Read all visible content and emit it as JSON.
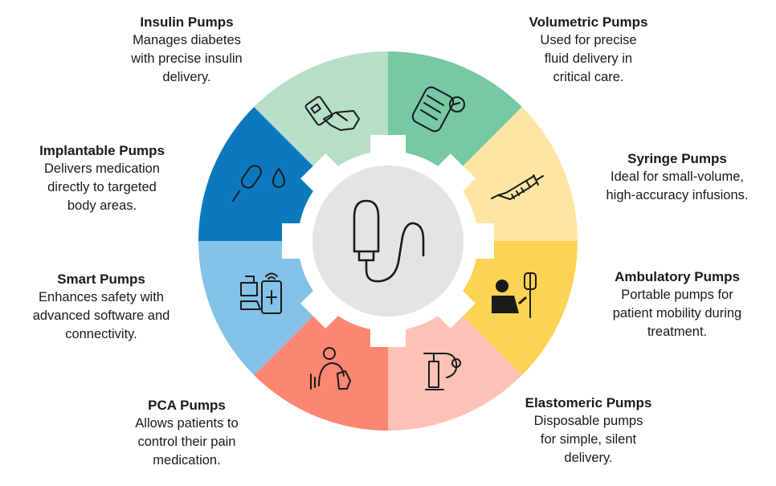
{
  "center_icon": "infusion-pump-icon",
  "segments": [
    {
      "title": "Insulin Pumps",
      "desc": [
        "Manages diabetes",
        "with precise insulin",
        "delivery."
      ],
      "color": "#b7dfc7",
      "icon": "insulin-pen-hand-icon"
    },
    {
      "title": "Volumetric Pumps",
      "desc": [
        "Used for precise",
        "fluid delivery in",
        "critical care."
      ],
      "color": "#77c8a4",
      "icon": "iv-bag-icon"
    },
    {
      "title": "Syringe Pumps",
      "desc": [
        "Ideal for small-volume,",
        "high-accuracy infusions."
      ],
      "color": "#fde6a4",
      "icon": "syringe-icon"
    },
    {
      "title": "Ambulatory Pumps",
      "desc": [
        "Portable pumps for",
        "patient mobility during",
        "treatment."
      ],
      "color": "#fdd353",
      "icon": "patient-with-iv-icon"
    },
    {
      "title": "Elastomeric Pumps",
      "desc": [
        "Disposable pumps",
        "for simple, silent",
        "delivery."
      ],
      "color": "#fcc2b6",
      "icon": "elastomeric-pump-icon"
    },
    {
      "title": "PCA Pumps",
      "desc": [
        "Allows patients to",
        "control their pain",
        "medication."
      ],
      "color": "#fc8672",
      "icon": "patient-press-button-icon"
    },
    {
      "title": "Smart Pumps",
      "desc": [
        "Enhances safety with",
        "advanced software and",
        "connectivity."
      ],
      "color": "#85c2e8",
      "icon": "smart-pump-phone-icon"
    },
    {
      "title": "Implantable Pumps",
      "desc": [
        "Delivers medication",
        "directly to targeted",
        "body areas."
      ],
      "color": "#0c79bf",
      "icon": "implant-drop-icon"
    }
  ]
}
